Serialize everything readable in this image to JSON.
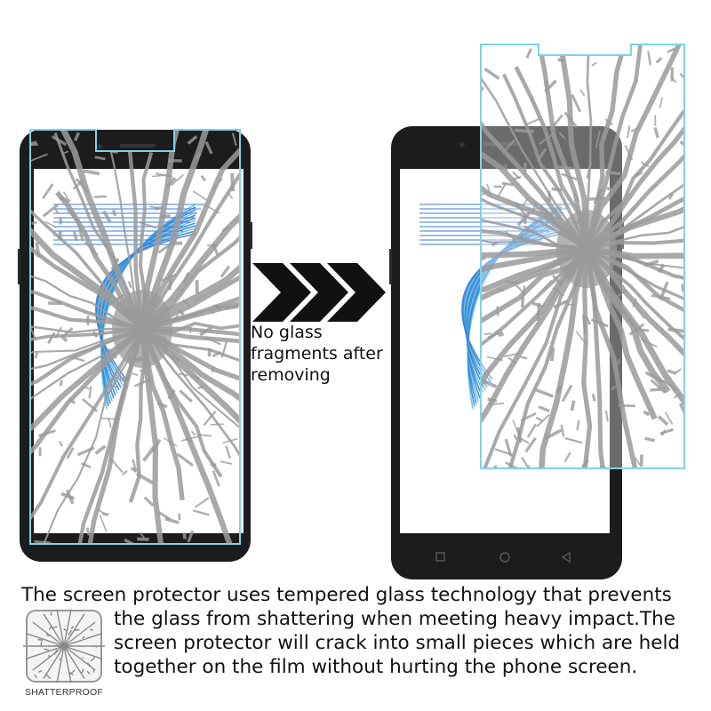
{
  "caption": {
    "lines": [
      "No glass",
      "fragments after",
      "removing"
    ]
  },
  "description": {
    "line1": "The screen protector uses tempered glass technology that prevents",
    "line2": "the glass from shattering when meeting  heavy impact.The",
    "line3": "screen protector will crack into small pieces which are held",
    "line4": "together on the film without hurting the phone screen."
  },
  "badge": {
    "label": "SHATTERPROOF",
    "icon": "shattered-glass-icon"
  },
  "colors": {
    "phone_body": "#1c1c1c",
    "protector_edge": "#7fd3e8",
    "crack": "#9a9a9a",
    "arrow": "#111111",
    "wallpaper_blue": "#3a7fd6",
    "wallpaper_cyan": "#52c8e6",
    "wallpaper_violet": "#8a6fd0"
  }
}
